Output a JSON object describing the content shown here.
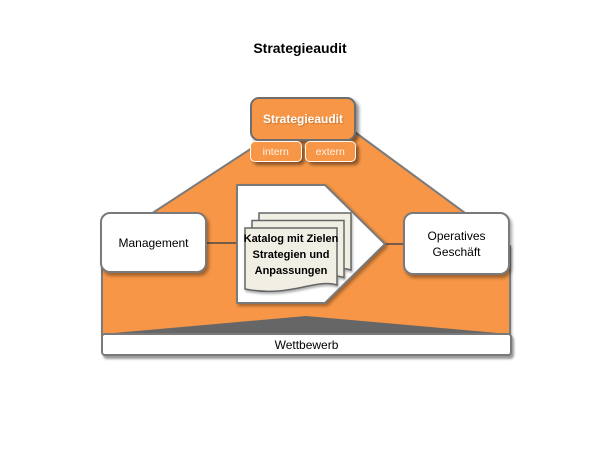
{
  "title": "Strategieaudit",
  "colors": {
    "orange": "#F79646",
    "border_gray": "#7a7a7a",
    "dark_gray": "#666666",
    "paper_fill": "#F1EEE3",
    "white": "#ffffff"
  },
  "audit_box": {
    "label": "Strategieaudit",
    "sub_items": [
      {
        "label": "intern"
      },
      {
        "label": "extern"
      }
    ]
  },
  "left_box": {
    "label": "Management"
  },
  "right_box": {
    "label": "Operatives Geschäft"
  },
  "catalog": {
    "lines": [
      "Katalog mit Zielen",
      "Strategien und",
      "Anpassungen"
    ]
  },
  "bottom_bar": {
    "label": "Wettbewerb"
  }
}
